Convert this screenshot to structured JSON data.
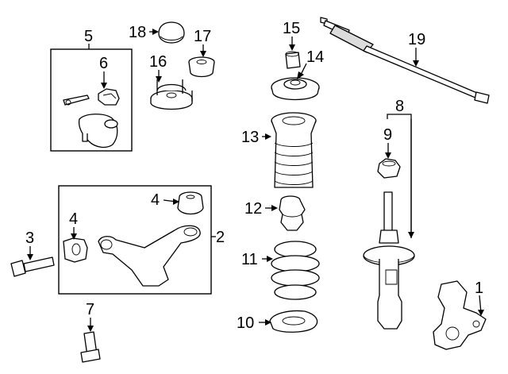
{
  "callouts": {
    "n1": "1",
    "n2": "2",
    "n3": "3",
    "n4a": "4",
    "n4b": "4",
    "n5": "5",
    "n6": "6",
    "n7": "7",
    "n8": "8",
    "n9": "9",
    "n10": "10",
    "n11": "11",
    "n12": "12",
    "n13": "13",
    "n14": "14",
    "n15": "15",
    "n16": "16",
    "n17": "17",
    "n18": "18",
    "n19": "19"
  },
  "parts": [
    "steering-knuckle",
    "lower-control-arm",
    "control-arm-bolt",
    "control-arm-bushing",
    "ball-joint-assembly",
    "ball-joint-nut",
    "knuckle-bolt",
    "strut",
    "strut-nut",
    "lower-spring-insulator",
    "coil-spring",
    "bump-stop",
    "dust-boot",
    "upper-spring-seat",
    "strut-bearing-bushing",
    "strut-mount",
    "mount-bushing",
    "mount-cap",
    "strut-tower-brace"
  ]
}
